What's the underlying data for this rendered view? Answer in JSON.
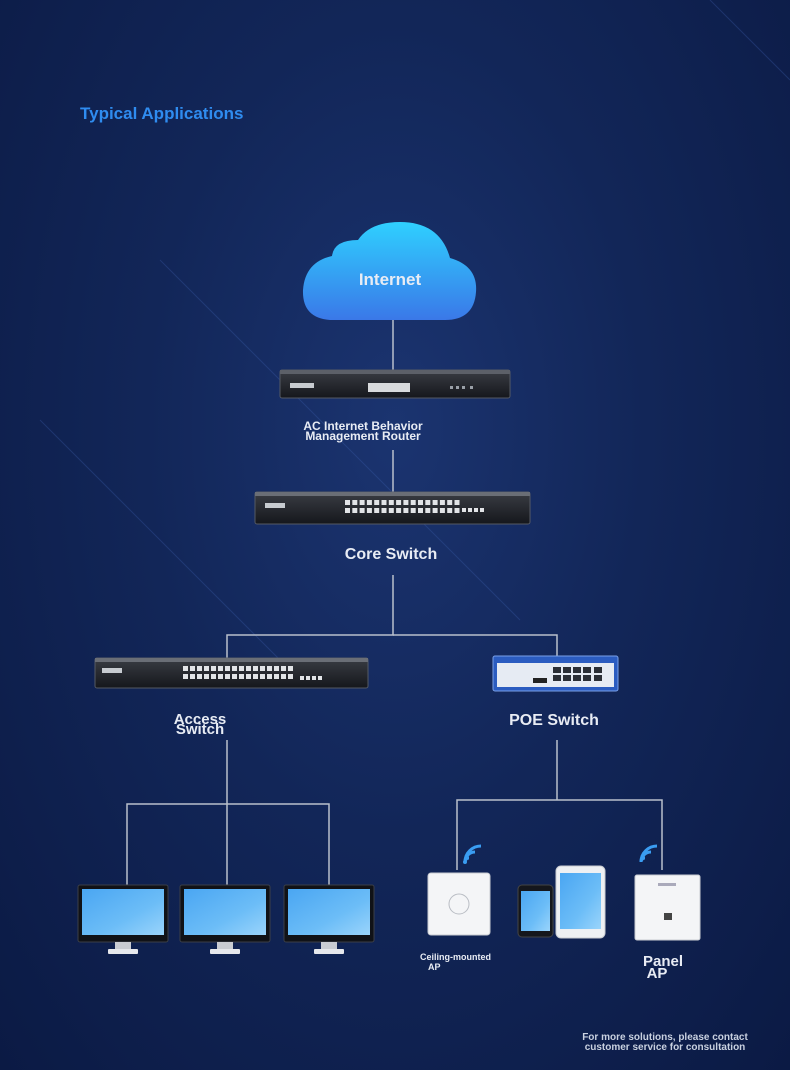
{
  "header": {
    "title": "Typical Applications"
  },
  "nodes": {
    "internet": "Internet",
    "router": [
      "AC Internet Behavior",
      "Management Router"
    ],
    "core_switch": "Core Switch",
    "access_switch": [
      "Access",
      "Switch"
    ],
    "poe_switch": "POE Switch",
    "ceiling_ap": [
      "Ceiling-mounted",
      "AP"
    ],
    "panel_ap": [
      "Panel",
      "AP"
    ]
  },
  "footer": [
    "For more solutions, please contact",
    "customer service for consultation"
  ],
  "colors": {
    "title": "#2f8cf0",
    "cloud": "#3aa0f0",
    "screen": "#5fb6f5",
    "line": "#b9c0cc"
  }
}
